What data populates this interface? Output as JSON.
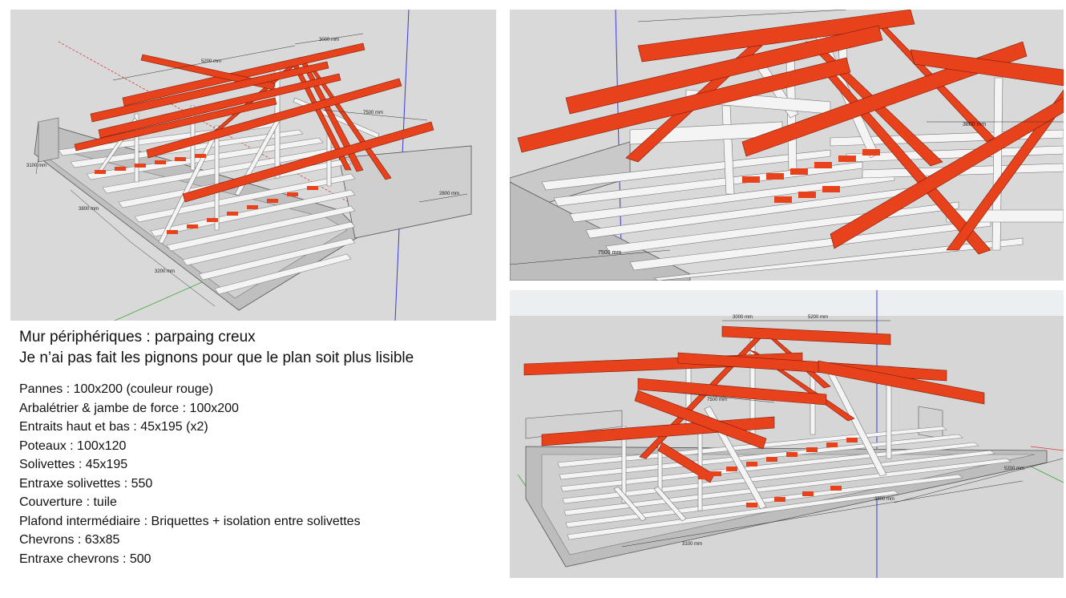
{
  "views": {
    "top_left": {
      "dimensions": [
        "5200 mm",
        "3000 mm",
        "7500 mm",
        "3100 mm",
        "3800 mm",
        "3200 mm",
        "2800 mm"
      ]
    },
    "top_right": {
      "dimensions": [
        "3800 mm",
        "7500 mm"
      ]
    },
    "bottom_right": {
      "dimensions": [
        "3000 mm",
        "5200 mm",
        "7500 mm",
        "5200 mm",
        "3800 mm",
        "3100 mm"
      ]
    }
  },
  "colors": {
    "purlin_red": "#e8421c",
    "timber_white": "#f2f2f2",
    "wall_grey": "#c6c6c6",
    "viewport_bg": "#d9d9d9",
    "axis_blue": "#3b3bd6",
    "axis_red": "#d43b3b",
    "axis_green": "#3aa83a"
  },
  "notes": {
    "line1": "Mur périphériques : parpaing creux",
    "line2": "Je n’ai pas fait les pignons pour que le plan soit plus lisible",
    "specs": [
      "Pannes : 100x200 (couleur rouge)",
      "Arbalétrier & jambe de force : 100x200",
      "Entraits haut et bas : 45x195 (x2)",
      "Poteaux : 100x120",
      "Solivettes : 45x195",
      "Entraxe solivettes : 550",
      "Couverture : tuile",
      "Plafond intermédiaire : Briquettes + isolation entre solivettes",
      "Chevrons : 63x85",
      "Entraxe chevrons : 500"
    ]
  }
}
